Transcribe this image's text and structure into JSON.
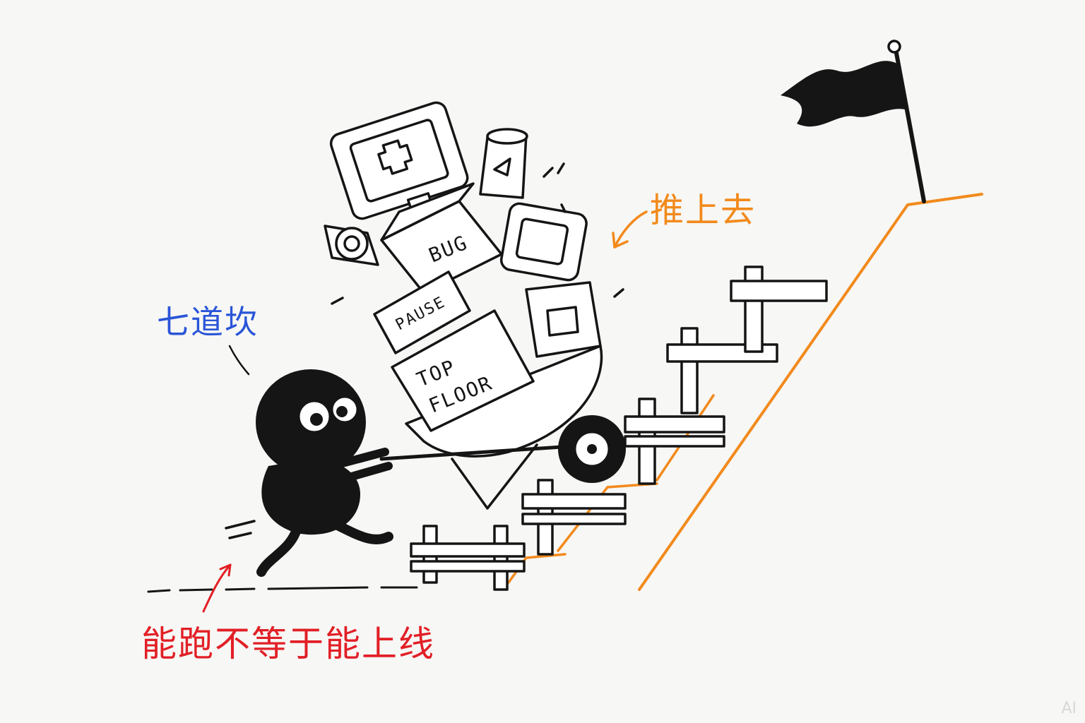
{
  "annotations": {
    "push_up": "推上去",
    "seven_hurdles": "七道坎",
    "runs_not_launch": "能跑不等于能上线"
  },
  "cargo_labels": {
    "bug": "BUG",
    "pause": "PAUSE",
    "top_floor_line1": "TOP",
    "top_floor_line2": "FLOOR"
  },
  "watermark": "AI",
  "colors": {
    "ink": "#151515",
    "orange": "#f28a1c",
    "blue": "#2a55d8",
    "red": "#e21f26"
  }
}
